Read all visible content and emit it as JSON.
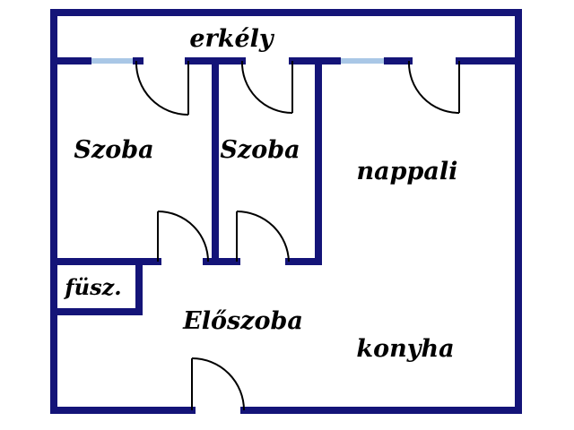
{
  "rooms": {
    "balcony": "erkély",
    "room_left": "Szoba",
    "room_middle": "Szoba",
    "living_room": "nappali",
    "pantry": "füsz.",
    "hall": "Előszoba",
    "kitchen": "konyha"
  },
  "colors": {
    "wall": "#141478",
    "window": "#a9c7e6",
    "door": "#000000"
  }
}
